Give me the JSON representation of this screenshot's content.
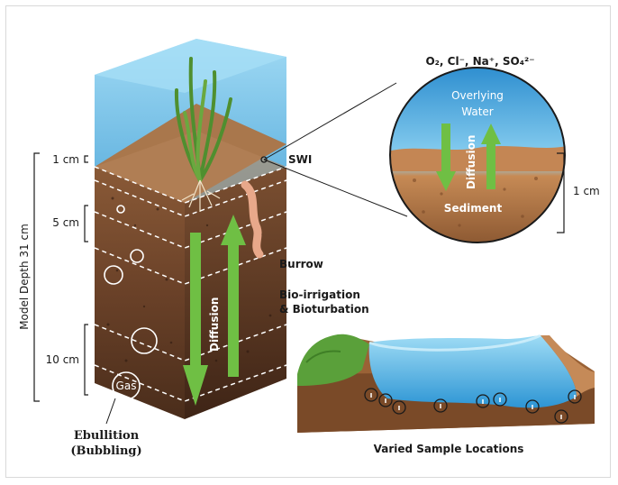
{
  "labels": {
    "depth_1cm": "1 cm",
    "depth_5cm": "5 cm",
    "depth_10cm": "10 cm",
    "model_depth": "Model Depth 31 cm",
    "swi": "SWI",
    "burrow": "Burrow",
    "bio_irrigation_line1": "Bio-irrigation",
    "bio_irrigation_line2": "& Bioturbation",
    "diffusion_column": "Diffusion",
    "gas": "Gas",
    "ebullition_line1": "Ebullition",
    "ebullition_line2": "(Bubbling)",
    "ions": "O₂, Cl⁻, Na⁺, SO₄²⁻",
    "overlying_line1": "Overlying",
    "overlying_line2": "Water",
    "diffusion_inset": "Diffusion",
    "sediment": "Sediment",
    "inset_scale": "1 cm",
    "sample_locations": "Varied Sample Locations"
  },
  "colors": {
    "water": "#5bb9e6",
    "sediment_top": "#a9774c",
    "sediment_deep": "#4a2d1b",
    "arrow_green": "#6fbf44",
    "plant_green": "#4f8f2f"
  },
  "icons": [
    "seagrass-plant",
    "worm-burrow",
    "gas-bubble",
    "sample-location-marker"
  ]
}
